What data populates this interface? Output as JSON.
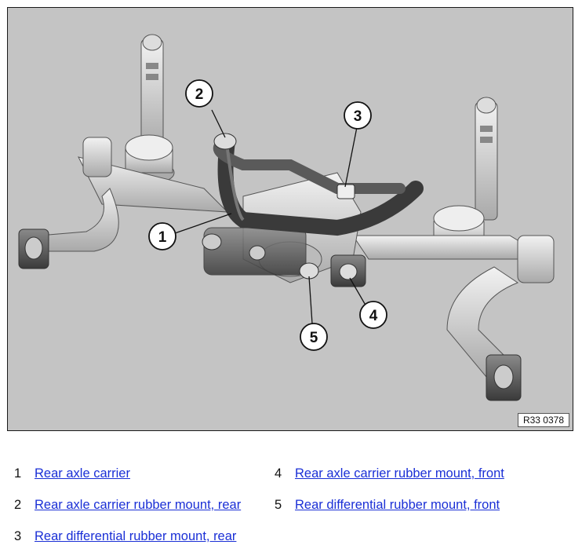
{
  "figure": {
    "reference_code": "R33 0378",
    "callouts": [
      "1",
      "2",
      "3",
      "4",
      "5"
    ]
  },
  "legend": [
    {
      "num": "1",
      "label": "Rear axle carrier"
    },
    {
      "num": "2",
      "label": "Rear axle carrier rubber mount, rear"
    },
    {
      "num": "3",
      "label": "Rear differential rubber mount, rear"
    },
    {
      "num": "4",
      "label": "Rear axle carrier rubber mount, front"
    },
    {
      "num": "5",
      "label": "Rear differential rubber mount, front"
    }
  ],
  "colors": {
    "background": "#c4c4c4",
    "link": "#1a2fd6",
    "frame": "#1a1a1a"
  }
}
